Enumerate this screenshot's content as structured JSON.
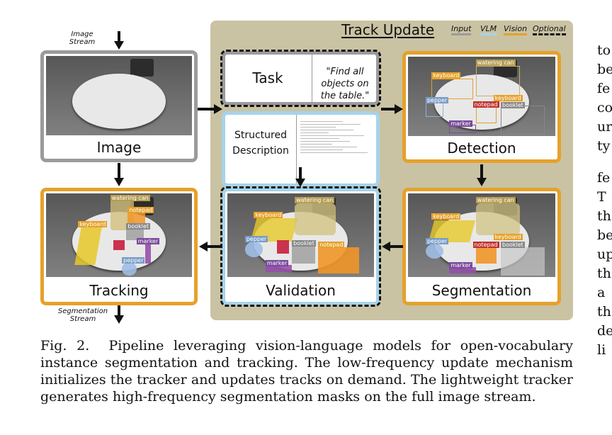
{
  "figure": {
    "inputs": {
      "image_stream": "Image\nStream",
      "segmentation_stream": "Segmentation\nStream"
    },
    "panel": {
      "title": "Track Update",
      "legend": [
        {
          "label": "Input",
          "color": "#9b9b9b"
        },
        {
          "label": "VLM",
          "color": "#a6d3ea"
        },
        {
          "label": "Vision",
          "color": "#e6a12a"
        },
        {
          "label": "Optional",
          "color": "#111111"
        }
      ]
    },
    "boxes": {
      "image": "Image",
      "task_label": "Task",
      "task_text": "\"Find all objects on the table.\"",
      "structured_description": "Structured Description",
      "detection": "Detection",
      "segmentation": "Segmentation",
      "validation": "Validation",
      "tracking": "Tracking"
    },
    "object_labels": {
      "watering_can": "watering can",
      "keyboard": "keyboard",
      "pepper": "pepper",
      "notepad": "notepad",
      "booklet": "booklet",
      "marker": "marker"
    },
    "colors": {
      "input": "#9b9b9b",
      "vlm": "#a6d3ea",
      "vision": "#e6a12a",
      "panel": "#c9c3a3"
    }
  },
  "caption": {
    "prefix": "Fig. 2.",
    "text": "Pipeline leveraging vision-language models for open-vocabulary instance segmentation and tracking. The low-frequency update mechanism initializes the tracker and updates tracks on demand. The lightweight tracker generates high-frequency segmentation masks on the full image stream."
  },
  "side_text": [
    "to",
    "be",
    "fe",
    "co",
    "ur",
    "ty",
    "",
    "fe",
    "T",
    "th",
    "be",
    "up",
    "th",
    "a",
    "th",
    "de",
    "li"
  ]
}
